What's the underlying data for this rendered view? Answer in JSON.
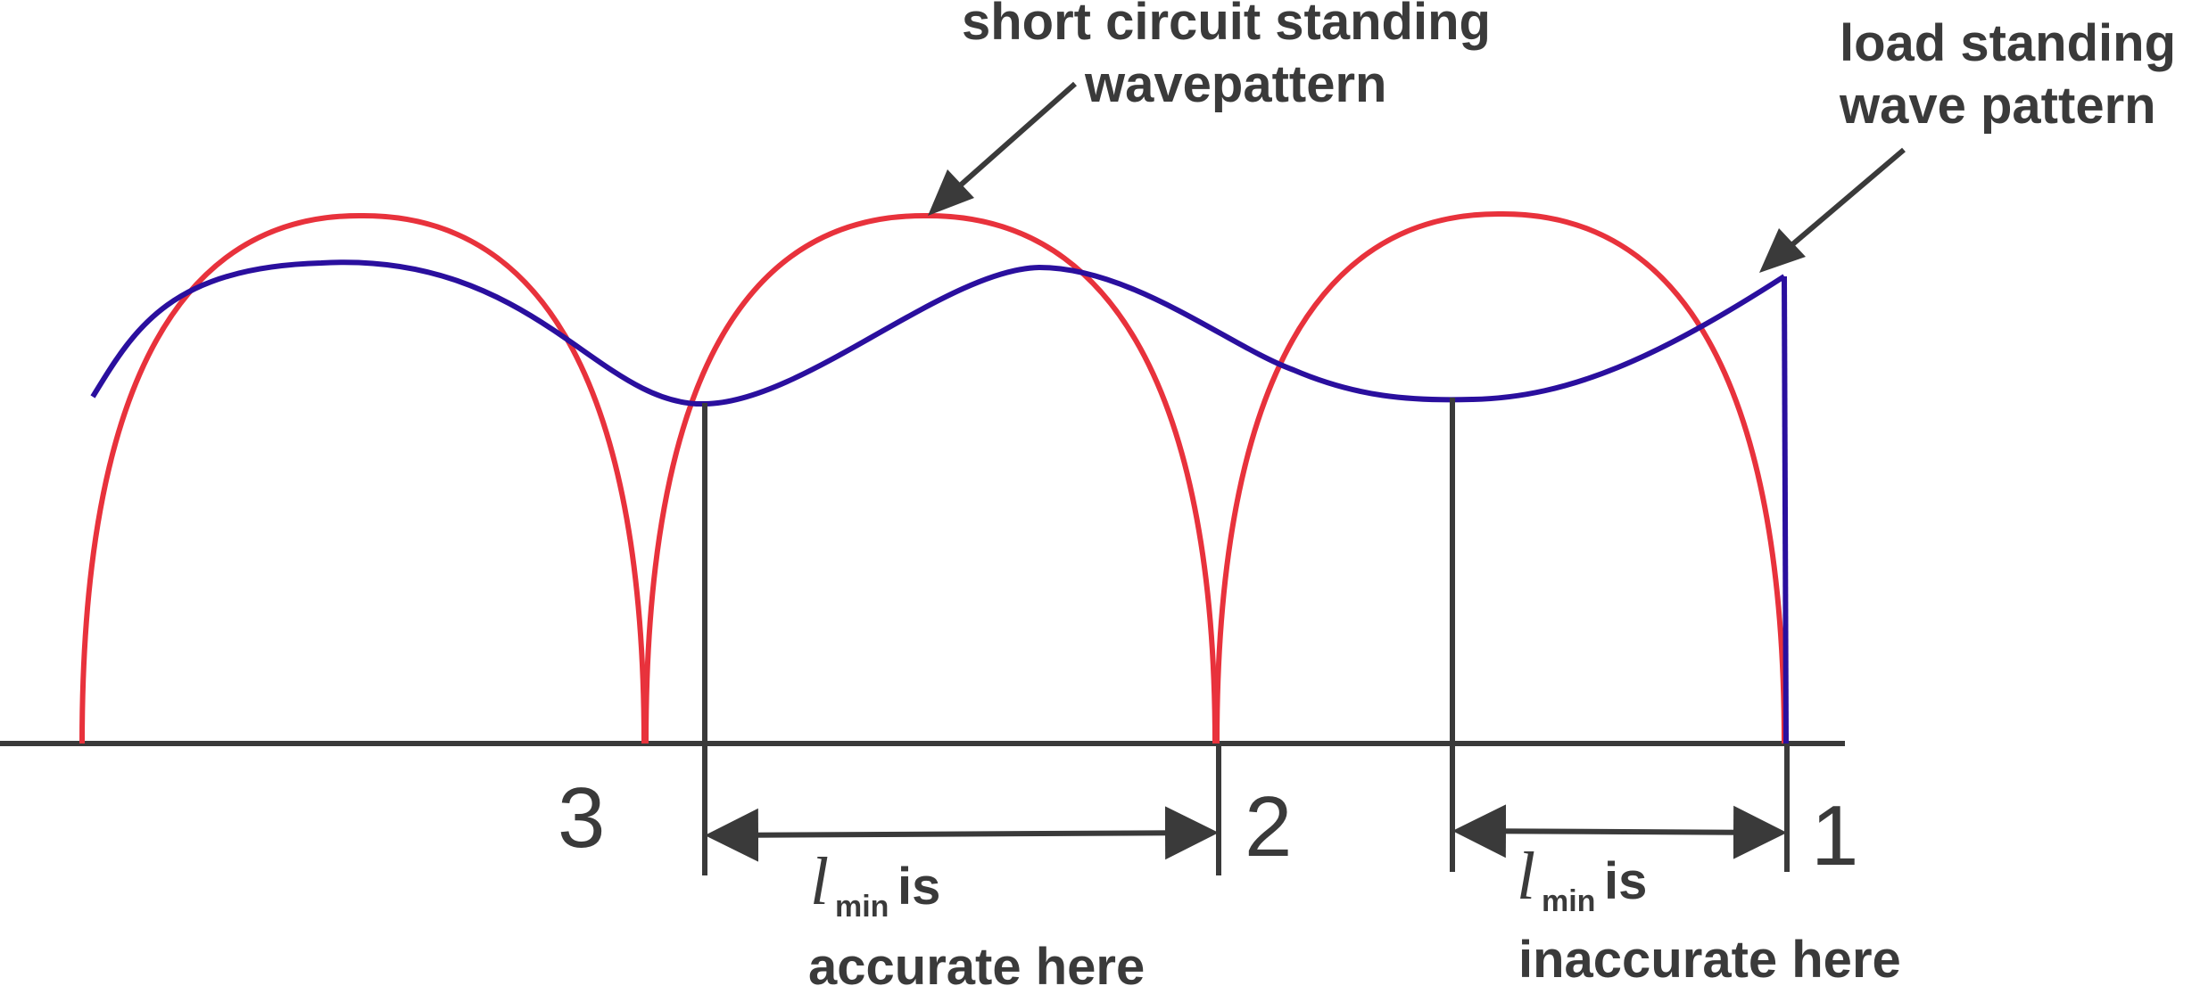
{
  "labels": {
    "short_circuit_line1": "short circuit standing",
    "short_circuit_line2": "wavepattern",
    "load_line1": "load standing",
    "load_line2": "wave pattern",
    "num_3": "3",
    "num_2": "2",
    "num_1": "1",
    "ell_symbol": "l",
    "min_subscript": "min",
    "is_word": "is",
    "accurate_here": "accurate here",
    "inaccurate_here": "inaccurate here"
  },
  "colors": {
    "short_circuit_curve": "#e8323c",
    "load_curve": "#2a0f9e",
    "axis": "#3a3a3a",
    "text": "#3a3a3a"
  }
}
